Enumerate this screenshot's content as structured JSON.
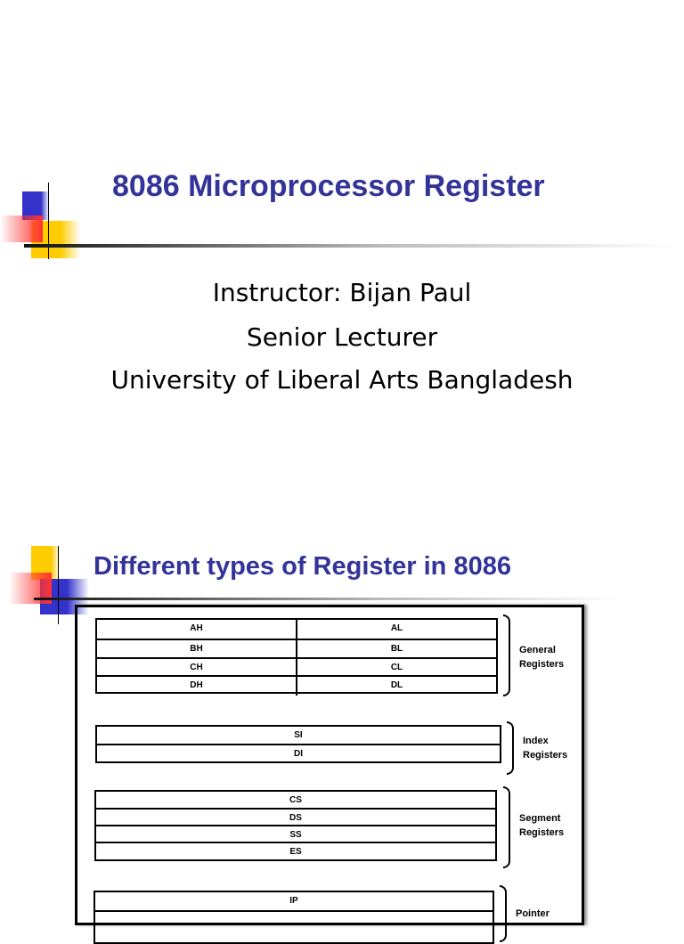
{
  "slide1": {
    "title": "8086 Microprocessor Register",
    "lines": [
      "Instructor: Bijan Paul",
      "Senior Lecturer",
      "University of Liberal Arts Bangladesh"
    ]
  },
  "slide2": {
    "title": "Different types of Register in 8086",
    "general": {
      "rows": [
        [
          "AH",
          "AL"
        ],
        [
          "BH",
          "BL"
        ],
        [
          "CH",
          "CL"
        ],
        [
          "DH",
          "DL"
        ]
      ],
      "label1": "General",
      "label2": "Registers"
    },
    "index": {
      "rows": [
        "SI",
        "DI"
      ],
      "label1": "Index",
      "label2": "Registers"
    },
    "segment": {
      "rows": [
        "CS",
        "DS",
        "SS",
        "ES"
      ],
      "label1": "Segment",
      "label2": "Registers"
    },
    "pointer": {
      "rows": [
        "IP"
      ],
      "label1": "Pointer"
    }
  },
  "colors": {
    "title": "#333399",
    "blue": "#3333cc",
    "yellow": "#ffcc00",
    "red": "#ff3333"
  }
}
